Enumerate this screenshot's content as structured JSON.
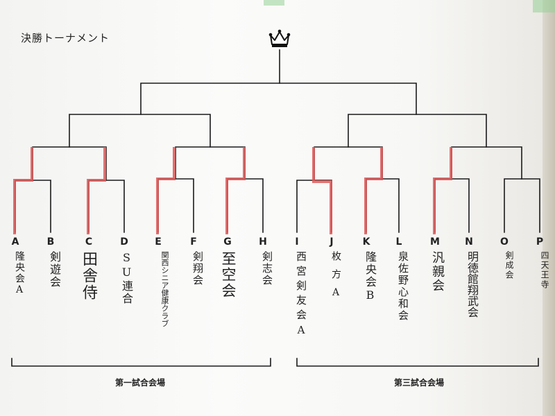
{
  "title": "決勝トーナメント",
  "teams": [
    {
      "letter": "A",
      "name": "隆央会A"
    },
    {
      "letter": "B",
      "name": "剣遊会"
    },
    {
      "letter": "C",
      "name": "田舎侍"
    },
    {
      "letter": "D",
      "name": "SU連合"
    },
    {
      "letter": "E",
      "name": "関西シニア健康クラブ"
    },
    {
      "letter": "F",
      "name": "剣翔会"
    },
    {
      "letter": "G",
      "name": "至空会"
    },
    {
      "letter": "H",
      "name": "剣志会"
    },
    {
      "letter": "I",
      "name": "西宮剣友会A"
    },
    {
      "letter": "J",
      "name": "枚方A"
    },
    {
      "letter": "K",
      "name": "隆央会B"
    },
    {
      "letter": "L",
      "name": "泉佐野心和会"
    },
    {
      "letter": "M",
      "name": "汎親会"
    },
    {
      "letter": "N",
      "name": "明徳館翔武会"
    },
    {
      "letter": "O",
      "name": "剣成会"
    },
    {
      "letter": "P",
      "name": "四天王寺"
    }
  ],
  "venues": {
    "left": "第一試合会場",
    "right": "第三試合会場"
  },
  "colors": {
    "line": "#1a1a1a",
    "winner": "#e05a5a",
    "paper": "#f7f7f5"
  },
  "icons": {
    "trophy": "crown-icon"
  }
}
